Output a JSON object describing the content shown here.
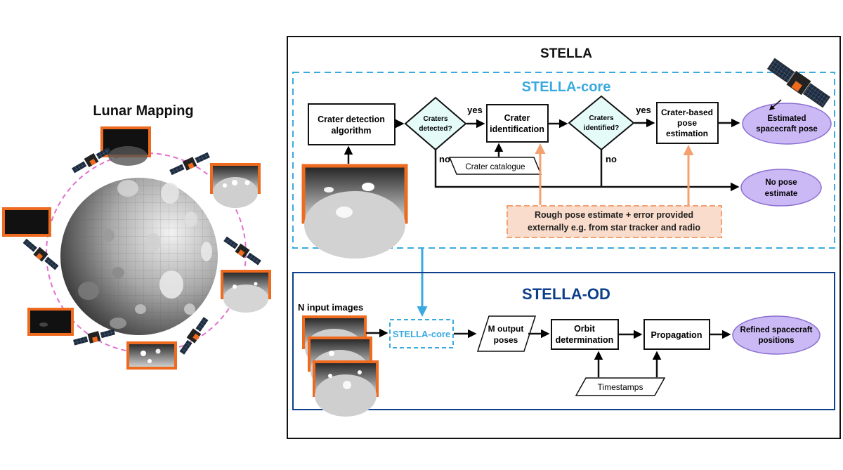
{
  "left_panel": {
    "title": "Lunar Mapping"
  },
  "stella": {
    "title": "STELLA",
    "core": {
      "title": "STELLA-core",
      "crater_detection": [
        "Crater detection",
        "algorithm"
      ],
      "craters_detected": [
        "Craters",
        "detected?"
      ],
      "yes1": "yes",
      "no1": "no",
      "crater_identification": [
        "Crater",
        "identification"
      ],
      "craters_identified": [
        "Craters",
        "identified?"
      ],
      "yes2": "yes",
      "no2": "no",
      "pose_estimation": [
        "Crater-based",
        "pose",
        "estimation"
      ],
      "estimated_pose": [
        "Estimated",
        "spacecraft pose"
      ],
      "no_pose": [
        "No pose",
        "estimate"
      ],
      "crater_catalogue": "Crater catalogue",
      "rough_pose": [
        "Rough pose estimate + error provided",
        "externally e.g. from star tracker and radio"
      ]
    },
    "od": {
      "title": "STELLA-OD",
      "n_input": "N input images",
      "core_box": "STELLA-core",
      "m_output": [
        "M output",
        "poses"
      ],
      "orbit_det": [
        "Orbit",
        "determination"
      ],
      "propagation": "Propagation",
      "refined": [
        "Refined spacecraft",
        "positions"
      ],
      "timestamps": "Timestamps"
    }
  },
  "colors": {
    "orange": "#ee6a1f",
    "light_blue": "#3aa9df",
    "dark_blue": "#0d3f8c",
    "purple": "#cbb9f5",
    "peach": "#f9dccb",
    "diamond": "#e4fbf7"
  }
}
